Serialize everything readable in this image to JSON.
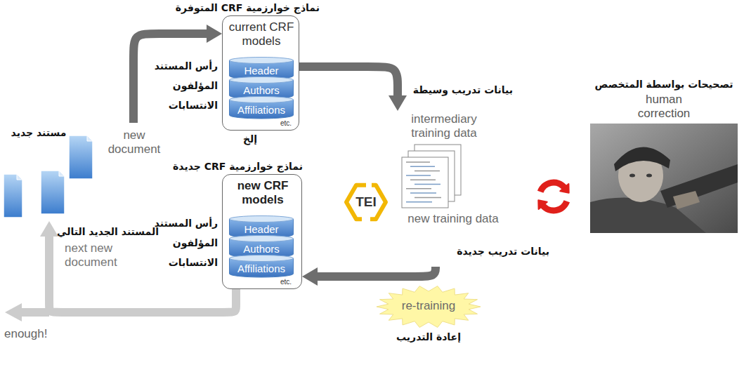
{
  "diagram": {
    "nodes": [
      {
        "text": [
          "new document",
          "مستند جديد"
        ]
      },
      {
        "text": [
          "نماذج خوارزمية CRF المتوفرة",
          "current CRF models"
        ]
      },
      {
        "text": [
          "Header"
        ],
        "in": 1
      },
      {
        "text": [
          "Authors"
        ],
        "in": 1
      },
      {
        "text": [
          "Affiliations"
        ],
        "in": 1
      },
      {
        "text": [
          "بيانات تدريب وسيطة",
          "intermediary training data",
          "new training data",
          "بيانات تدريب جديدة"
        ]
      },
      {
        "text": [
          "تصحيحات بواسطة المتخصص",
          "human correction"
        ]
      },
      {
        "text": [
          "نماذج خوارزمية CRF جديدة",
          "new CRF models"
        ]
      },
      {
        "text": [
          "Header"
        ],
        "in": 7
      },
      {
        "text": [
          "Authors"
        ],
        "in": 7
      },
      {
        "text": [
          "Affiliations"
        ],
        "in": 7
      },
      {
        "text": [
          "re-training",
          "إعادة التدريب"
        ]
      }
    ],
    "edges": [
      {
        "from": 0,
        "to": 1,
        "arrow": "to"
      },
      {
        "from": 1,
        "to": 5,
        "arrow": "to"
      },
      {
        "from": 5,
        "to": 7,
        "arrow": "to"
      },
      {
        "from": 7,
        "to": 0,
        "arrow": "to"
      }
    ],
    "labels": [
      "رأس المستند",
      "المؤلفون",
      "الانتسابات",
      "إلخ",
      "etc.",
      "TEI",
      "رأس المستند",
      "المؤلفون",
      "الانتسابات",
      "etc.",
      "المستند الجديد التالي",
      "next new document",
      "enough!"
    ]
  }
}
